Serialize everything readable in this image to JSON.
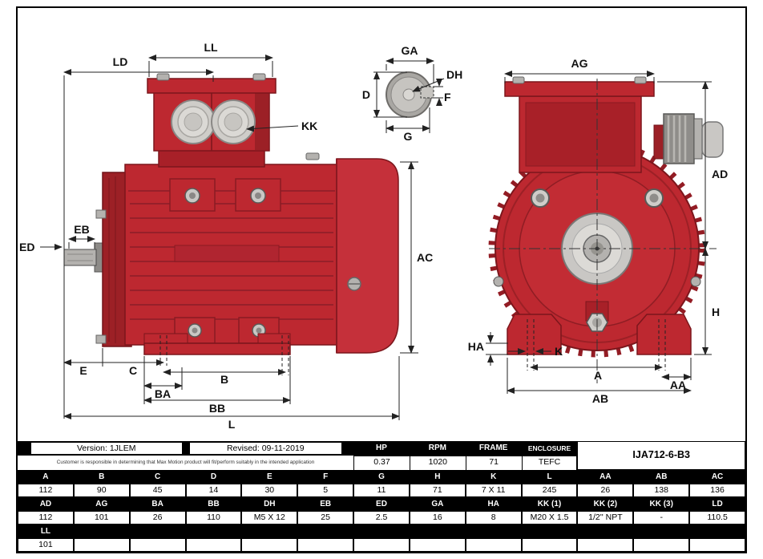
{
  "info": {
    "version": "Version: 1JLEM",
    "revised": "Revised: 09-11-2019",
    "disclaimer": "Customer is responsible in determining that Max Motion product will fit/perform suitably in the intended application",
    "hp_label": "HP",
    "hp_value": "0.37",
    "rpm_label": "RPM",
    "rpm_value": "1020",
    "frame_label": "FRAME",
    "frame_value": "71",
    "enclosure_label": "ENCLOSURE",
    "enclosure_value": "TEFC",
    "model": "IJA712-6-B3"
  },
  "table": {
    "row1_headers": [
      "A",
      "B",
      "C",
      "D",
      "E",
      "F",
      "G",
      "H",
      "K",
      "L",
      "AA",
      "AB",
      "AC"
    ],
    "row1_values": [
      "112",
      "90",
      "45",
      "14",
      "30",
      "5",
      "11",
      "71",
      "7 X 11",
      "245",
      "26",
      "138",
      "136"
    ],
    "row2_headers": [
      "AD",
      "AG",
      "BA",
      "BB",
      "DH",
      "EB",
      "ED",
      "GA",
      "HA",
      "KK (1)",
      "KK (2)",
      "KK (3)",
      "LD"
    ],
    "row2_values": [
      "112",
      "101",
      "26",
      "110",
      "M5 X 12",
      "25",
      "2.5",
      "16",
      "8",
      "M20 X 1.5",
      "1/2'' NPT",
      "-",
      "110.5"
    ],
    "row3_header": "LL",
    "row3_value": "101"
  },
  "drawing": {
    "dim_labels": {
      "ll": "LL",
      "ld": "LD",
      "kk": "KK",
      "ed": "ED",
      "eb": "EB",
      "ac": "AC",
      "e": "E",
      "c": "C",
      "b": "B",
      "ba": "BA",
      "bb": "BB",
      "l": "L",
      "ga": "GA",
      "d": "D",
      "dh": "DH",
      "f": "F",
      "g": "G",
      "ag": "AG",
      "ad": "AD",
      "h": "H",
      "ha": "HA",
      "k": "K",
      "a": "A",
      "aa": "AA",
      "ab": "AB"
    },
    "colors": {
      "motor_red": "#bd2830",
      "motor_dark_red": "#9c2026",
      "fan_cover_red": "#c5303a",
      "metal_gray": "#b4b2af",
      "gland_gray": "#cfcdc9",
      "line_black": "#222222"
    }
  }
}
